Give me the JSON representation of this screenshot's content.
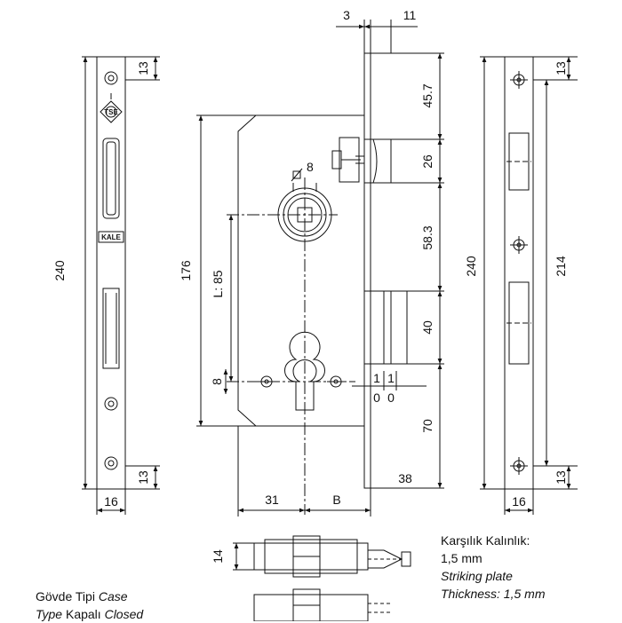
{
  "dimensions": {
    "faceplate_left_length": "240",
    "faceplate_left_width": "16",
    "screw_offset_top_left": "13",
    "screw_offset_bottom_left": "13",
    "body_height": "176",
    "spindle_to_cylinder": "L: 85",
    "spindle_square": "8",
    "cylinder_hole": "8",
    "backset": "31",
    "backset_var": "B",
    "body_depth": "38",
    "faceplate_thickness": "3",
    "latch_projection": "11",
    "latch_top_offset": "45.7",
    "latch_height": "26",
    "latch_to_bolt": "58.3",
    "bolt_height": "40",
    "bolt_bottom_offset": "70",
    "throw_1": "1",
    "throw_2": "1",
    "throw_0a": "0",
    "throw_0b": "0",
    "striking_length": "240",
    "striking_screw_spacing": "214",
    "striking_width": "16",
    "screw_offset_top_right": "13",
    "screw_offset_bottom_right": "13",
    "section_depth": "14"
  },
  "logos": {
    "brand_on_faceplate": "KALE",
    "cert_mark": "TSE"
  },
  "striking_note": {
    "label_tr": "Karşılık Kalınlık:",
    "value_tr": "1,5 mm",
    "label_en": "Striking plate",
    "value_en": "Thickness: 1,5 mm"
  },
  "case_note": {
    "label_tr": "Gövde Tipi",
    "label_en": "Case",
    "type_label": "Type",
    "value_tr": "Kapalı",
    "value_en": "Closed"
  }
}
